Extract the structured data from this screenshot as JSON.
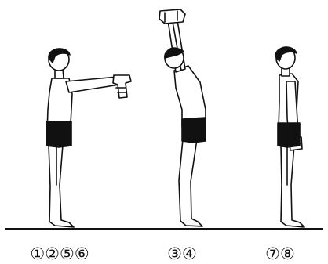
{
  "colors": {
    "ink": "#111111",
    "skin": "#ffffff",
    "hair": "#111111",
    "shorts": "#111111",
    "background": "#ffffff"
  },
  "figures": [
    {
      "pose": "standing-arms-forward-holding-dumbbells",
      "label": "①②⑤⑥"
    },
    {
      "pose": "arms-raised-overhead-leaning-back",
      "label": "③④"
    },
    {
      "pose": "standing-arms-down-holding-dumbbells",
      "label": "⑦⑧"
    }
  ]
}
